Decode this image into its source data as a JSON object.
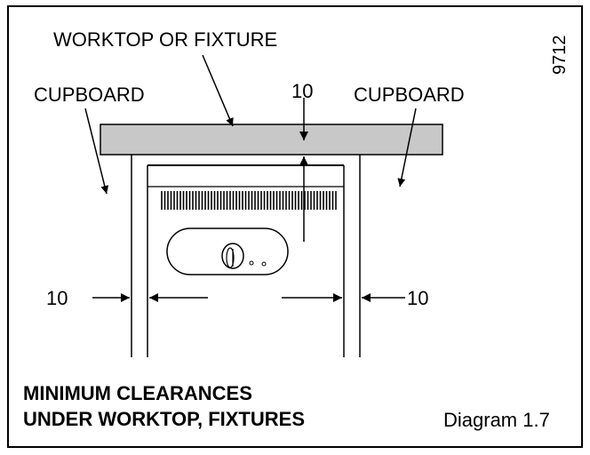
{
  "labels": {
    "worktop": "WORKTOP OR FIXTURE",
    "cupboard_left": "CUPBOARD",
    "cupboard_right": "CUPBOARD",
    "clearance_top": "10",
    "clearance_left": "10",
    "clearance_right": "10",
    "drawing_code": "9712"
  },
  "caption": {
    "line1": "MINIMUM CLEARANCES",
    "line2": "UNDER WORKTOP, FIXTURES"
  },
  "reference": "Diagram 1.7",
  "colors": {
    "worktop_fill": "#c8c8c8",
    "line": "#000000"
  }
}
